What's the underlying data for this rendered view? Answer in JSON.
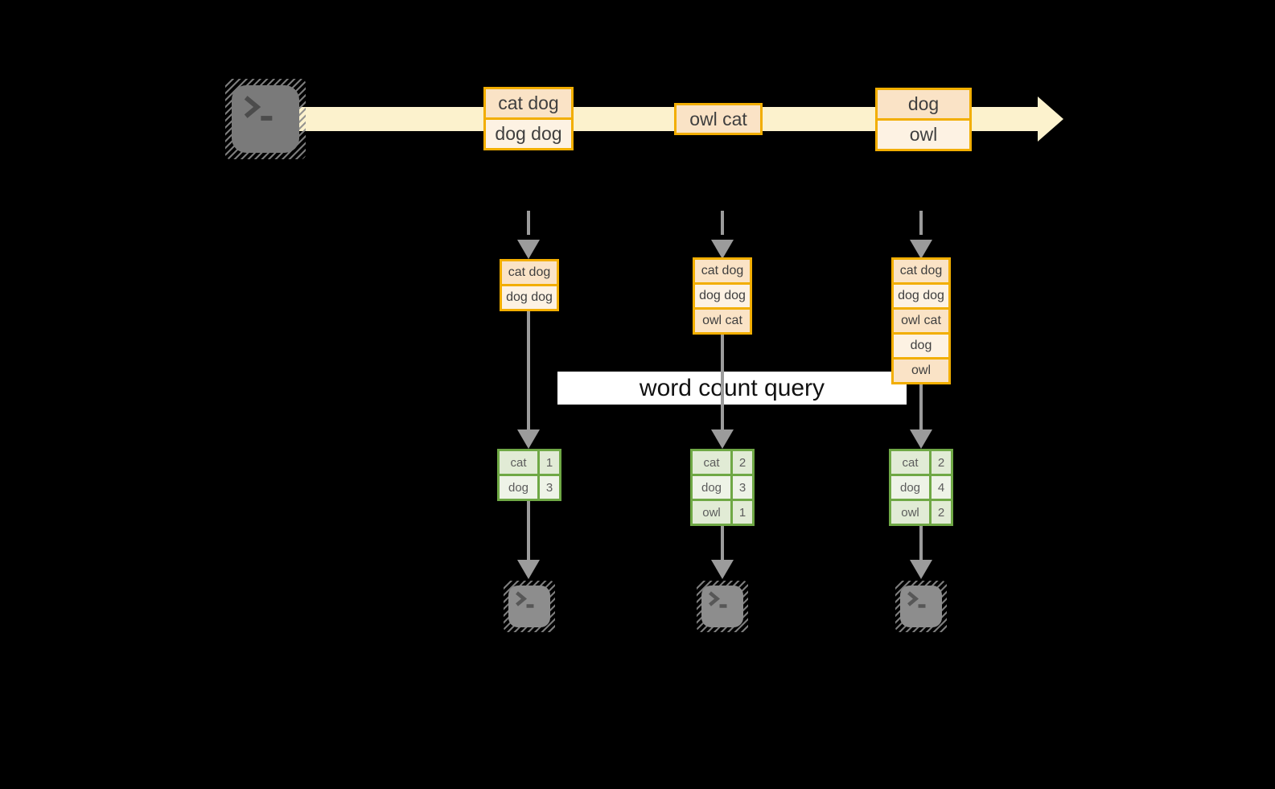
{
  "query": {
    "label": "word count query"
  },
  "stream": {
    "source_icon": "terminal-icon",
    "events": [
      {
        "lines": [
          "cat dog",
          "dog dog"
        ]
      },
      {
        "lines": [
          "owl cat"
        ]
      },
      {
        "lines": [
          "dog",
          "owl"
        ]
      }
    ]
  },
  "consumers": [
    {
      "received": [
        "cat dog",
        "dog dog"
      ],
      "counts": [
        {
          "word": "cat",
          "count": 1
        },
        {
          "word": "dog",
          "count": 3
        }
      ],
      "sink_icon": "terminal-icon"
    },
    {
      "received": [
        "cat dog",
        "dog dog",
        "owl cat"
      ],
      "counts": [
        {
          "word": "cat",
          "count": 2
        },
        {
          "word": "dog",
          "count": 3
        },
        {
          "word": "owl",
          "count": 1
        }
      ],
      "sink_icon": "terminal-icon"
    },
    {
      "received": [
        "cat dog",
        "dog dog",
        "owl cat",
        "dog",
        "owl"
      ],
      "counts": [
        {
          "word": "cat",
          "count": 2
        },
        {
          "word": "dog",
          "count": 4
        },
        {
          "word": "owl",
          "count": 2
        }
      ],
      "sink_icon": "terminal-icon"
    }
  ],
  "colors": {
    "canvas_bg": "#000000",
    "stream_band": "#fcf2cd",
    "box_border": "#f2ae00",
    "cell_peach": "#fae3c6",
    "cell_cream": "#fdf2e3",
    "table_border": "#6fa845",
    "table_cell_dark": "#e1ebd5",
    "table_cell_light": "#eef3e7",
    "arrow_gray": "#9b9b9b",
    "terminal_fill": "#7a7a7a",
    "terminal_fill_small": "#8d8d8d",
    "query_bg": "#ffffff",
    "query_text": "#111111",
    "cell_text": "#3f3f3f",
    "table_text": "#5c5c5c"
  }
}
